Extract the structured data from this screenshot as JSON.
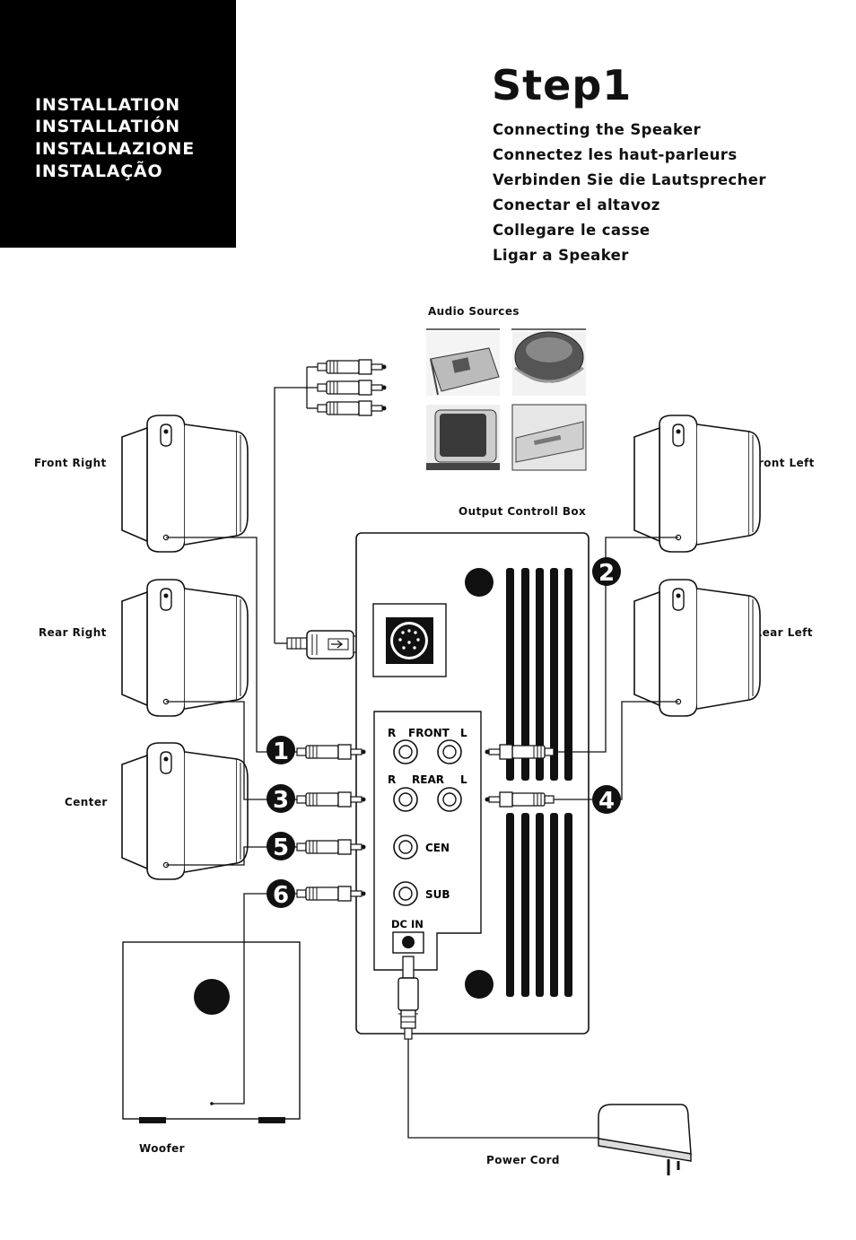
{
  "header": {
    "languages": [
      "INSTALLATION",
      "INSTALLATIÓN",
      "INSTALLAZIONE",
      "INSTALAÇÃO"
    ]
  },
  "step": {
    "title": "Step1",
    "subtitles": [
      "Connecting the Speaker",
      "Connectez les haut-parleurs",
      "Verbinden Sie die Lautsprecher",
      "Conectar el altavoz",
      "Collegare le casse",
      "Ligar a Speaker"
    ]
  },
  "labels": {
    "audio_sources": "Audio Sources",
    "front_right": "Front Right",
    "rear_right": "Rear Right",
    "center": "Center",
    "front_left": "Front Left",
    "rear_left": "Rear Left",
    "output_box": "Output Controll Box",
    "woofer": "Woofer",
    "power_cord": "Power Cord"
  },
  "panel": {
    "r": "R",
    "l": "L",
    "front": "FRONT",
    "rear": "REAR",
    "cen": "CEN",
    "sub": "SUB",
    "dc_in": "DC IN"
  },
  "steps": [
    "1",
    "2",
    "3",
    "4",
    "5",
    "6"
  ],
  "colors": {
    "ink": "#111111",
    "header_bg": "#000000",
    "header_text": "#ffffff"
  }
}
